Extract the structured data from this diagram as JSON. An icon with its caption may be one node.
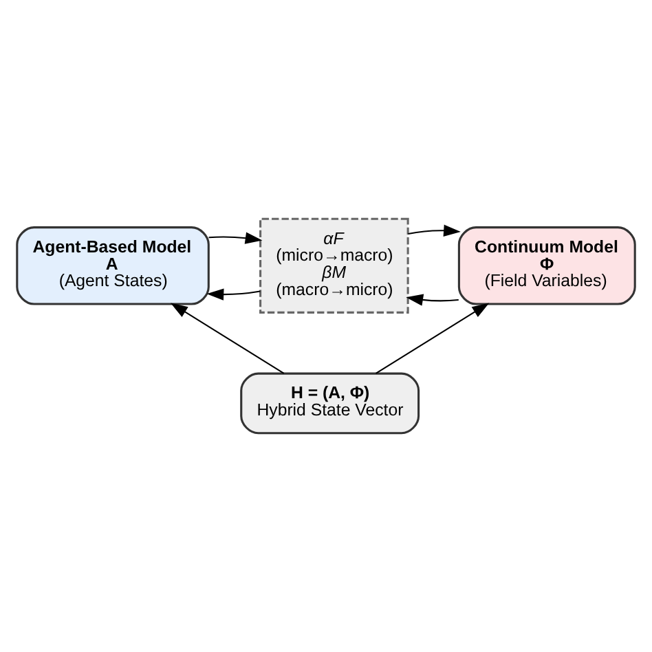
{
  "diagram": {
    "nodes": [
      {
        "text": [
          "Agent-Based Model",
          "A",
          "(Agent States)"
        ]
      },
      {
        "text": [
          "Continuum Model",
          "Φ",
          "(Field Variables)"
        ]
      },
      {
        "text": [
          "αF",
          "(micro→macro)",
          "βM",
          "(macro→micro)"
        ]
      },
      {
        "text": [
          "H = (A, Φ)",
          "Hybrid State Vector"
        ]
      }
    ],
    "edges": [
      {
        "from": 0,
        "to": 2,
        "arrow": "to"
      },
      {
        "from": 2,
        "to": 1,
        "arrow": "to"
      },
      {
        "from": 1,
        "to": 2,
        "arrow": "to"
      },
      {
        "from": 2,
        "to": 0,
        "arrow": "to"
      },
      {
        "from": 3,
        "to": 0,
        "arrow": "to"
      },
      {
        "from": 3,
        "to": 1,
        "arrow": "to"
      }
    ]
  }
}
